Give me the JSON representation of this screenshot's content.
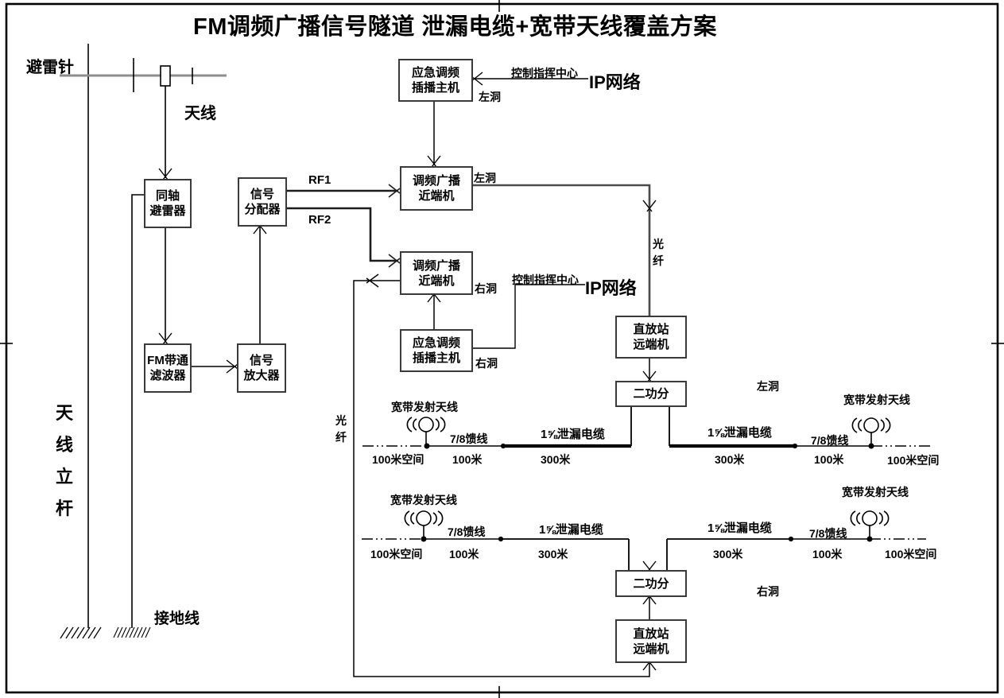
{
  "title": "FM调频广播信号隧道 泄漏电缆+宽带天线覆盖方案",
  "colors": {
    "line": "#000000",
    "thick_cable": "#000000",
    "background": "#ffffff"
  },
  "mast": {
    "lightning_rod": "避雷针",
    "antenna": "天线",
    "pole": "天线立杆",
    "ground_wire": "接地线"
  },
  "boxes": {
    "coaxial_arrester": {
      "line1": "同轴",
      "line2": "避雷器"
    },
    "fm_bandpass_filter": {
      "line1": "FM带通",
      "line2": "滤波器"
    },
    "signal_amplifier": {
      "line1": "信号",
      "line2": "放大器"
    },
    "signal_splitter": {
      "line1": "信号",
      "line2": "分配器"
    },
    "emergency_host": {
      "line1": "应急调频",
      "line2": "插播主机"
    },
    "fm_near_end": {
      "line1": "调频广播",
      "line2": "近端机"
    },
    "repeater_remote": {
      "line1": "直放站",
      "line2": "远端机"
    },
    "two_way_splitter": {
      "label": "二功分"
    }
  },
  "labels": {
    "rf1": "RF1",
    "rf2": "RF2",
    "left_tunnel": "左洞",
    "right_tunnel": "右洞",
    "control_center": "控制指挥中心",
    "ip_network": "IP网络",
    "optical_fiber": "光纤",
    "broadband_antenna": "宽带发射天线",
    "feeder_78": "7/8馈线",
    "leaky_cable": "1⅝泄漏电缆",
    "m100": "100米",
    "m300": "300米",
    "m100_space": "100米空间"
  }
}
